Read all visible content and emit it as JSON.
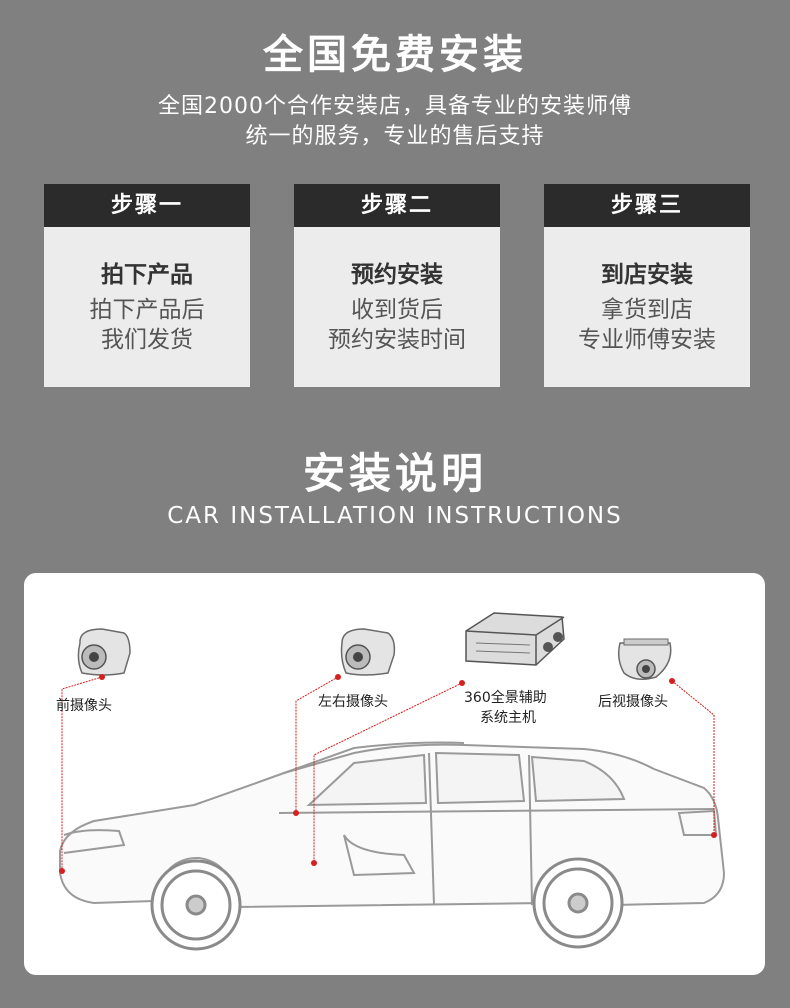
{
  "header": {
    "title": "全国免费安装",
    "subtitle_line1": "全国2000个合作安装店，具备专业的安装师傅",
    "subtitle_line2": "统一的服务，专业的售后支持"
  },
  "steps": [
    {
      "label": "步骤一",
      "title": "拍下产品",
      "line1": "拍下产品后",
      "line2": "我们发货"
    },
    {
      "label": "步骤二",
      "title": "预约安装",
      "line1": "收到货后",
      "line2": "预约安装时间"
    },
    {
      "label": "步骤三",
      "title": "到店安装",
      "line1": "拿货到店",
      "line2": "专业师傅安装"
    }
  ],
  "section": {
    "title": "安装说明",
    "subtitle": "CAR INSTALLATION INSTRUCTIONS"
  },
  "diagram": {
    "front_camera": "前摄像头",
    "side_camera": "左右摄像头",
    "host_line1": "360全景辅助",
    "host_line2": "系统主机",
    "rear_camera": "后视摄像头"
  },
  "colors": {
    "background": "#808080",
    "step_header": "#2b2b2b",
    "step_body": "#ececec",
    "leader_line": "#d42020"
  }
}
